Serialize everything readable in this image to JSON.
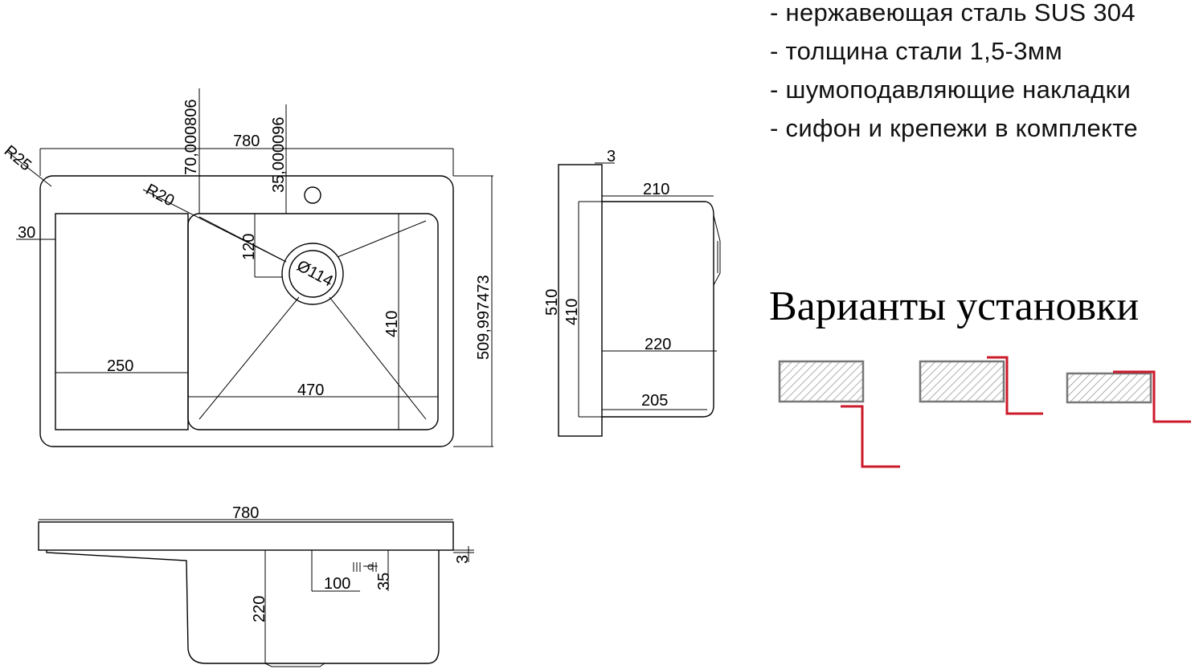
{
  "specs": [
    "- нержавеющая сталь SUS 304",
    "- толщина стали 1,5-3мм",
    "- шумоподавляющие накладки",
    "- сифон и крепежи в комплекте"
  ],
  "variants_title": "Варианты установки",
  "dimensions": {
    "top_view": {
      "width": "780",
      "height": "509,997473",
      "corner_radius": "R25",
      "inner_radius": "R20",
      "faucet_offset_x": "70,000806",
      "faucet_offset_y": "35,000096",
      "left_margin": "30",
      "drain_offset": "120",
      "drain_diameter": "Ø114",
      "drainboard_width": "250",
      "bowl_width": "470",
      "bowl_depth": "410"
    },
    "side_view": {
      "rim": "3",
      "top_depth": "210",
      "total_height": "510",
      "bowl_height": "410",
      "mid_depth": "220",
      "bottom_depth": "205"
    },
    "front_view": {
      "width": "780",
      "rim": "3",
      "depth": "220",
      "overflow_offset": "100",
      "overflow_height": "35"
    }
  },
  "colors": {
    "line": "#000000",
    "accent": "#cc1a2b",
    "hatch": "#9a9a9a"
  }
}
